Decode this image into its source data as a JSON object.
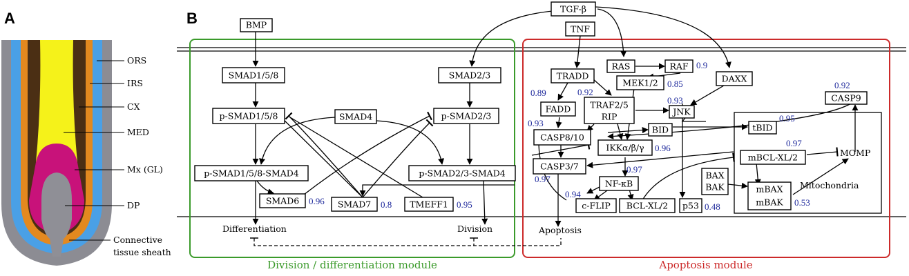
{
  "panels": {
    "a": "A",
    "b": "B"
  },
  "follicle_labels": [
    {
      "text": "ORS",
      "color": "#3a9ee8"
    },
    {
      "text": "IRS",
      "color": "#e08a1e"
    },
    {
      "text": "CX",
      "color": "#4a2e12"
    },
    {
      "text": "MED",
      "color": "#e3a21a"
    },
    {
      "text": "Mx (GL)",
      "color": "#c0106e"
    },
    {
      "text": "DP",
      "color": "#000000"
    },
    {
      "text": "Connective",
      "color": "#000000"
    },
    {
      "text": "tissue sheath",
      "color": "#000000"
    }
  ],
  "modules": {
    "left": {
      "label": "Division / differentiation module",
      "color": "#3a9a2a"
    },
    "right": {
      "label": "Apoptosis module",
      "color": "#cc2a2a"
    }
  },
  "mitochondria_label": "Mitochondria",
  "nodes": {
    "bmp": "BMP",
    "tgfb": "TGF-β",
    "tnf": "TNF",
    "smad158": "SMAD1/5/8",
    "smad23": "SMAD2/3",
    "psmad158": "p-SMAD1/5/8",
    "smad4": "SMAD4",
    "psmad23": "p-SMAD2/3",
    "psmad158_smad4": "p-SMAD1/5/8-SMAD4",
    "psmad23_smad4": "p-SMAD2/3-SMAD4",
    "smad6": "SMAD6",
    "smad7": "SMAD7",
    "tmeff1": "TMEFF1",
    "tradd": "TRADD",
    "ras": "RAS",
    "raf": "RAF",
    "mek": "MEK1/2",
    "daxx": "DAXX",
    "fadd": "FADD",
    "traf": "TRAF2/5",
    "rip": "RIP",
    "jnk": "JNK",
    "casp9": "CASP9",
    "casp810": "CASP8/10",
    "bid": "BID",
    "tbid": "tBID",
    "ikk": "IKKα/β/γ",
    "casp37": "CASP3/7",
    "mbcl": "mBCL-XL/2",
    "momp": "MOMP",
    "nfkb": "NF-κB",
    "bax": "BAX",
    "bak": "BAK",
    "mbax": "mBAX",
    "mbak": "mBAK",
    "cflip": "c-FLIP",
    "bclxl": "BCL-XL/2",
    "p53": "p53"
  },
  "outputs": {
    "differentiation": "Differentiation",
    "division": "Division",
    "apoptosis": "Apoptosis"
  },
  "probabilities": {
    "smad6": "0.96",
    "smad7": "0.8",
    "tmeff1": "0.95",
    "raf": "0.9",
    "mek": "0.85",
    "fadd": "0.89",
    "traf": "0.92",
    "jnk": "0.93",
    "casp9": "0.92",
    "casp810": "0.93",
    "tbid": "0.95",
    "ikk": "0.96",
    "mbcl": "0.97",
    "nfkb": "0.97",
    "casp37": "0.97",
    "cflip": "0.94",
    "p53": "0.48",
    "mbak": "0.53"
  }
}
